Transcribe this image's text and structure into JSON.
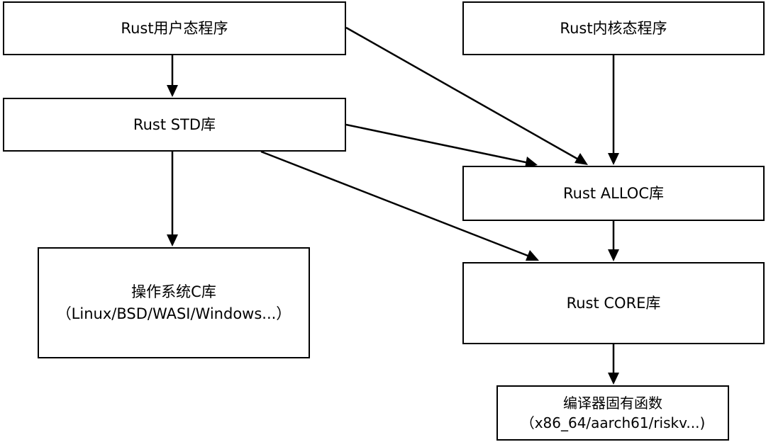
{
  "nodes": {
    "user_program": {
      "label": "Rust用户态程序"
    },
    "kernel_program": {
      "label": "Rust内核态程序"
    },
    "std_lib": {
      "label": "Rust STD库"
    },
    "alloc_lib": {
      "label": "Rust ALLOC库"
    },
    "os_c_lib": {
      "label": "操作系统C库",
      "sublabel": "（Linux/BSD/WASI/Windows...）"
    },
    "core_lib": {
      "label": "Rust CORE库"
    },
    "intrinsics": {
      "label": "编译器固有函数",
      "sublabel": "（x86_64/aarch61/riskv...)"
    }
  },
  "edges": [
    {
      "from": "Rust用户态程序",
      "to": "Rust STD库"
    },
    {
      "from": "Rust用户态程序",
      "to": "Rust ALLOC库"
    },
    {
      "from": "Rust内核态程序",
      "to": "Rust ALLOC库"
    },
    {
      "from": "Rust STD库",
      "to": "Rust ALLOC库"
    },
    {
      "from": "Rust STD库",
      "to": "操作系统C库"
    },
    {
      "from": "Rust STD库",
      "to": "Rust CORE库"
    },
    {
      "from": "Rust ALLOC库",
      "to": "Rust CORE库"
    },
    {
      "from": "Rust CORE库",
      "to": "编译器固有函数"
    }
  ],
  "colors": {
    "stroke": "#000000",
    "fill": "#ffffff",
    "text": "#000000"
  }
}
